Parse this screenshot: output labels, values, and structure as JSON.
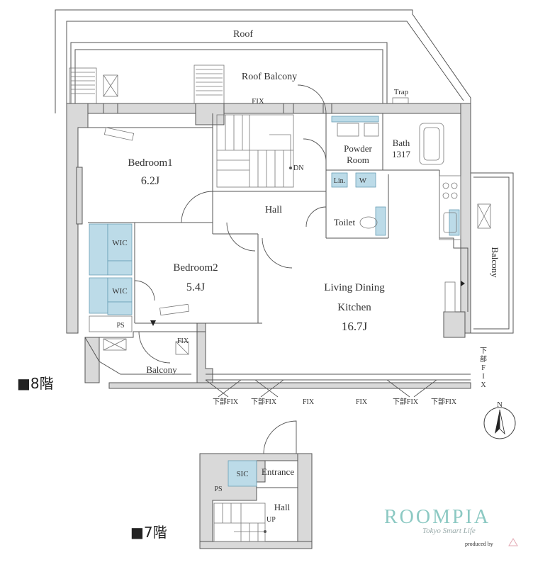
{
  "floor8": {
    "label": "■8階",
    "rooms": {
      "roof": "Roof",
      "roof_balcony": "Roof Balcony",
      "fix_top": "FIX",
      "trap": "Trap",
      "bedroom1": "Bedroom1",
      "bedroom1_size": "6.2J",
      "powder": "Powder",
      "powder_room": "Room",
      "bath": "Bath",
      "bath_size": "1317",
      "dn": "DN",
      "lin": "Lin.",
      "w": "W",
      "hall": "Hall",
      "toilet": "Toilet",
      "wic1": "WIC",
      "wic2": "WIC",
      "bedroom2": "Bedroom2",
      "bedroom2_size": "5.4J",
      "ldk1": "Living Dining",
      "ldk2": "Kitchen",
      "ldk_size": "16.7J",
      "ps": "PS",
      "balcony_bottom": "Balcony",
      "balcony_right": "Balcony",
      "fix_small": "FIX"
    },
    "bottom_labels": [
      "下部FIX",
      "下部FIX",
      "FIX",
      "FIX",
      "下部FIX",
      "下部FIX"
    ],
    "side_label": [
      "下",
      "部",
      "F",
      "I",
      "X"
    ],
    "north": "N"
  },
  "floor7": {
    "label": "■7階",
    "rooms": {
      "sic": "SIC",
      "entrance": "Entrance",
      "ps": "PS",
      "hall": "Hall",
      "up": "UP"
    }
  },
  "branding": {
    "name": "ROOMPIA",
    "tagline": "Tokyo Smart Life",
    "produced": "produced by"
  },
  "colors": {
    "wall": "#d9d9d9",
    "closet_blue": "#bcdbe8",
    "brand": "#8cc9c3"
  }
}
